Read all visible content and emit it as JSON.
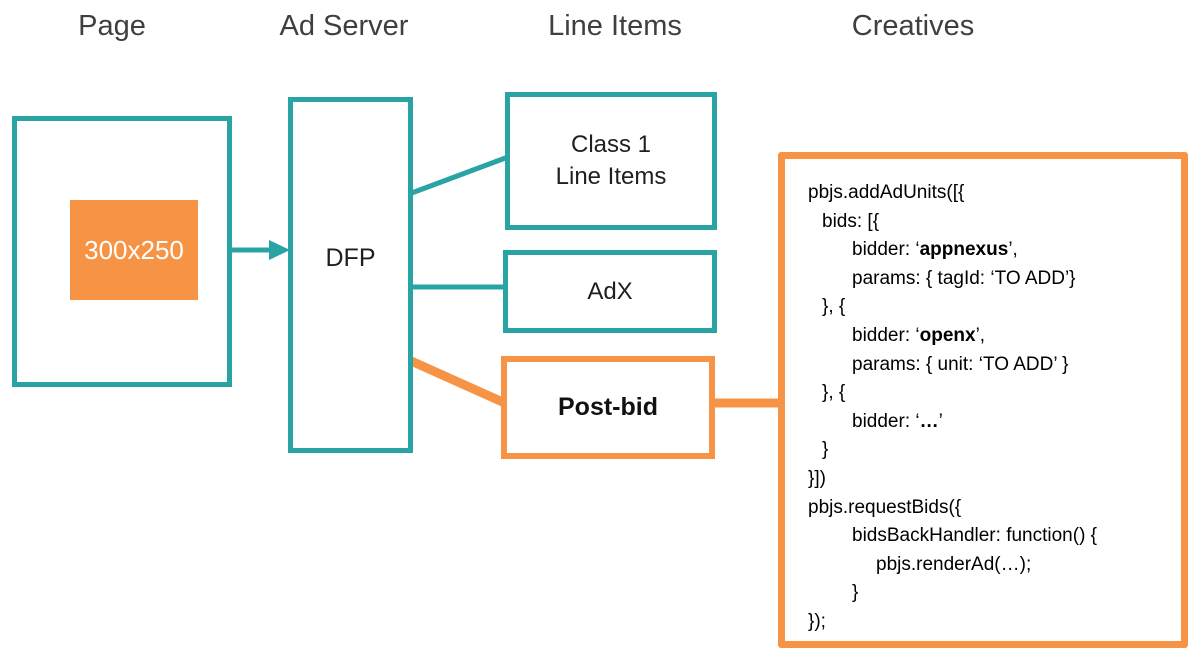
{
  "headers": {
    "page": "Page",
    "ad_server": "Ad Server",
    "line_items": "Line Items",
    "creatives": "Creatives"
  },
  "page": {
    "ad_slot_label": "300x250"
  },
  "ad_server": {
    "dfp_label": "DFP"
  },
  "line_items": {
    "class1_label": "Class 1\nLine Items",
    "adx_label": "AdX",
    "postbid_label": "Post-bid"
  },
  "creatives": {
    "code_lines": [
      {
        "indent": 0,
        "parts": [
          {
            "text": "pbjs.addAdUnits([{",
            "bold": false
          }
        ]
      },
      {
        "indent": 1,
        "parts": [
          {
            "text": "bids: [{",
            "bold": false
          }
        ]
      },
      {
        "indent": 2,
        "parts": [
          {
            "text": "bidder: ‘",
            "bold": false
          },
          {
            "text": "appnexus",
            "bold": true
          },
          {
            "text": "’,",
            "bold": false
          }
        ]
      },
      {
        "indent": 2,
        "parts": [
          {
            "text": "params: { tagId: ‘TO ADD’}",
            "bold": false
          }
        ]
      },
      {
        "indent": 1,
        "parts": [
          {
            "text": "}, {",
            "bold": false
          }
        ]
      },
      {
        "indent": 2,
        "parts": [
          {
            "text": "bidder: ‘",
            "bold": false
          },
          {
            "text": "openx",
            "bold": true
          },
          {
            "text": "’,",
            "bold": false
          }
        ]
      },
      {
        "indent": 2,
        "parts": [
          {
            "text": "params: { unit: ‘TO ADD’ }",
            "bold": false
          }
        ]
      },
      {
        "indent": 1,
        "parts": [
          {
            "text": "}, {",
            "bold": false
          }
        ]
      },
      {
        "indent": 2,
        "parts": [
          {
            "text": "bidder: ‘",
            "bold": false
          },
          {
            "text": "…",
            "bold": true
          },
          {
            "text": "’",
            "bold": false
          }
        ]
      },
      {
        "indent": 1,
        "parts": [
          {
            "text": "}",
            "bold": false
          }
        ]
      },
      {
        "indent": 0,
        "parts": [
          {
            "text": "}])",
            "bold": false
          }
        ]
      },
      {
        "indent": 0,
        "parts": [
          {
            "text": "pbjs.requestBids({",
            "bold": false
          }
        ]
      },
      {
        "indent": 2,
        "parts": [
          {
            "text": "bidsBackHandler: function() {",
            "bold": false
          }
        ]
      },
      {
        "indent": 3,
        "parts": [
          {
            "text": "pbjs.renderAd(…);",
            "bold": false
          }
        ]
      },
      {
        "indent": 2,
        "parts": [
          {
            "text": "}",
            "bold": false
          }
        ]
      },
      {
        "indent": 0,
        "parts": [
          {
            "text": "});",
            "bold": false
          }
        ]
      }
    ]
  },
  "colors": {
    "teal": "#29a3a3",
    "orange": "#f79344",
    "header_text": "#3f3f3f",
    "box_text": "#1f1f1f",
    "code_text": "#000000",
    "slot_text": "#ffffff"
  }
}
